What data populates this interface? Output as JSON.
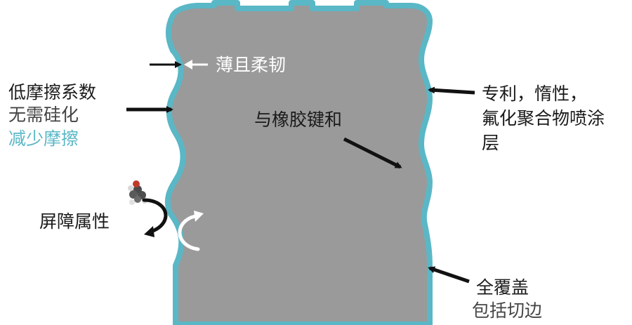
{
  "labels": {
    "thin_flexible": "薄且柔韧",
    "low_friction_title": "低摩擦系数",
    "no_silicone": "无需硅化",
    "reduce_friction": "减少摩擦",
    "bonded_rubber": "与橡胶键和",
    "patented_inert": "专利，惰性，",
    "fluoropolymer": "氟化聚合物喷涂",
    "layer": "层",
    "barrier": "屏障属性",
    "full_cover": "全覆盖",
    "wrap_edge": "包括切边"
  },
  "colors": {
    "body": "#9a9a9a",
    "coating": "#5ab7c6",
    "arrow": "#111111",
    "accent_text": "#5ab7c6"
  },
  "icons": {
    "molecule": "molecule-icon",
    "barrier_curve_dark": "curved-arrow-icon",
    "barrier_curve_white": "curved-arrow-icon"
  }
}
